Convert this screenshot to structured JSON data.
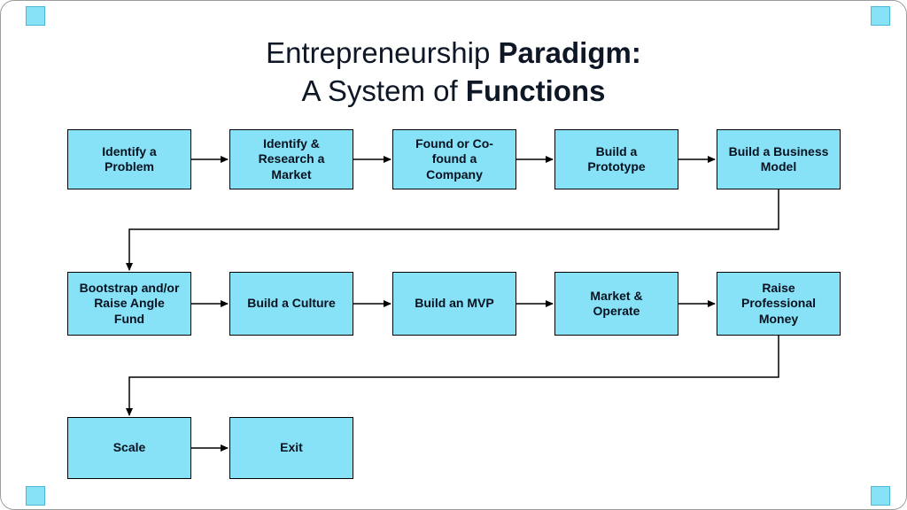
{
  "title": {
    "line1": {
      "regular": "Entrepreneurship ",
      "bold": "Paradigm:"
    },
    "line2": {
      "regular": "A System of ",
      "bold": "Functions"
    }
  },
  "flow": {
    "row1": [
      "Identify a Problem",
      "Identify & Research a Market",
      "Found or Co-found a Company",
      "Build a Prototype",
      "Build a Business Model"
    ],
    "row2": [
      "Bootstrap and/or Raise Angle Fund",
      "Build a Culture",
      "Build an MVP",
      "Market & Operate",
      "Raise Professional Money"
    ],
    "row3": [
      "Scale",
      "Exit"
    ]
  },
  "colors": {
    "box_fill": "#87E2F8",
    "box_border": "#000000",
    "title_text": "#0e1726",
    "connector": "#000000"
  }
}
